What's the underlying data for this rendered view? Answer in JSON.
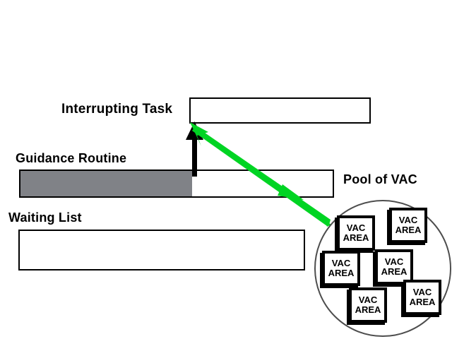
{
  "diagram": {
    "title": "Interrupting Task / Guidance Routine scheduling diagram",
    "background_color": "#ffffff",
    "labels": {
      "interrupting_task": "Interrupting Task",
      "guidance_routine": "Guidance Routine",
      "waiting_list": "Waiting List",
      "pool_of_vac": "Pool of VAC"
    },
    "bars": {
      "interrupting_task": {
        "fill_color": "#ffffff",
        "border_color": "#000000",
        "filled": false
      },
      "guidance_routine": {
        "fill_color": "#ffffff",
        "border_color": "#000000",
        "progress_color": "#808287",
        "progress_percent": 55
      },
      "waiting_list": {
        "fill_color": "#ffffff",
        "border_color": "#000000",
        "filled": false
      }
    },
    "arrows": {
      "black_up_arrow": {
        "color": "#000000",
        "direction": "up",
        "from": "guidance-routine-bar",
        "to": "interrupting-task-bar"
      },
      "green_diagonal_arrow": {
        "color": "#00d423",
        "direction": "up-left",
        "from": "pool-of-vac",
        "to": "interrupting-task-bar"
      }
    },
    "pool": {
      "circle_color": "#4d4d4d",
      "vac_areas": [
        {
          "line1": "VAC",
          "line2": "AREA"
        },
        {
          "line1": "VAC",
          "line2": "AREA"
        },
        {
          "line1": "VAC",
          "line2": "AREA"
        },
        {
          "line1": "VAC",
          "line2": "AREA"
        },
        {
          "line1": "VAC",
          "line2": "AREA"
        },
        {
          "line1": "VAC",
          "line2": "AREA"
        }
      ]
    }
  }
}
